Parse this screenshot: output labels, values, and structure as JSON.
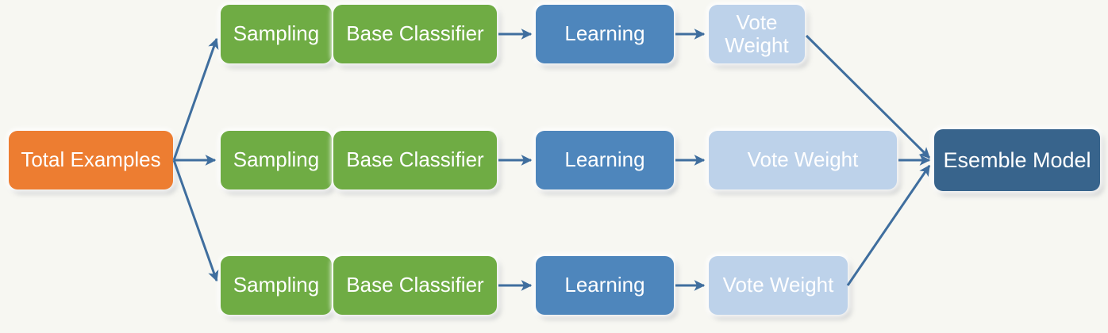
{
  "diagram": {
    "colors": {
      "background": "#F7F7F2",
      "orange": "#ED7D31",
      "green": "#6FAC44",
      "blue": "#4E86BC",
      "light_blue": "#BDD2EA",
      "dark_blue": "#38648C",
      "arrow": "#3F6E9E",
      "text": "#FFFFFF"
    },
    "source": {
      "label": "Total Examples"
    },
    "rows": [
      {
        "sampling": "Sampling",
        "base_classifier": "Base Classifier",
        "learning": "Learning",
        "vote_weight": "Vote Weight"
      },
      {
        "sampling": "Sampling",
        "base_classifier": "Base Classifier",
        "learning": "Learning",
        "vote_weight": "Vote Weight"
      },
      {
        "sampling": "Sampling",
        "base_classifier": "Base Classifier",
        "learning": "Learning",
        "vote_weight": "Vote Weight"
      }
    ],
    "sink": {
      "label": "Esemble Model"
    }
  }
}
